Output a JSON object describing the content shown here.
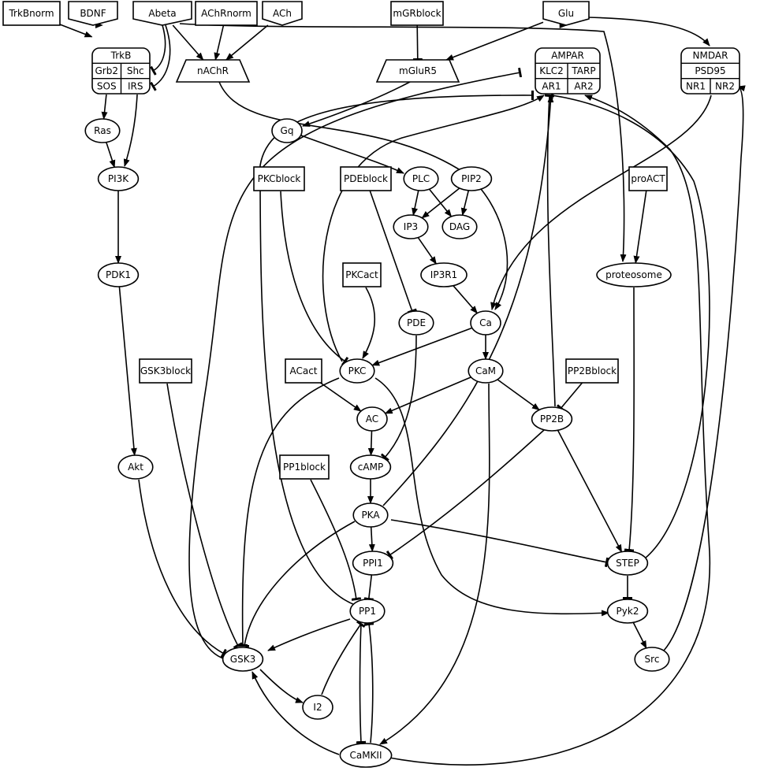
{
  "diagram": {
    "type": "signaling-network",
    "nodes": {
      "TrkBnorm": {
        "label": "TrkBnorm",
        "shape": "box"
      },
      "BDNF": {
        "label": "BDNF",
        "shape": "pentagon"
      },
      "Abeta": {
        "label": "Abeta",
        "shape": "pentagon"
      },
      "AChRnorm": {
        "label": "AChRnorm",
        "shape": "box"
      },
      "ACh": {
        "label": "ACh",
        "shape": "pentagon"
      },
      "mGRblock": {
        "label": "mGRblock",
        "shape": "box"
      },
      "Glu": {
        "label": "Glu",
        "shape": "pentagon"
      },
      "nAChR": {
        "label": "nAChR",
        "shape": "trapezium"
      },
      "mGluR5": {
        "label": "mGluR5",
        "shape": "trapezium"
      },
      "Ras": {
        "label": "Ras",
        "shape": "ellipse"
      },
      "PI3K": {
        "label": "PI3K",
        "shape": "ellipse"
      },
      "PDK1": {
        "label": "PDK1",
        "shape": "ellipse"
      },
      "Akt": {
        "label": "Akt",
        "shape": "ellipse"
      },
      "Gq": {
        "label": "Gq",
        "shape": "ellipse"
      },
      "PKCblock": {
        "label": "PKCblock",
        "shape": "box"
      },
      "PDEblock": {
        "label": "PDEblock",
        "shape": "box"
      },
      "PLC": {
        "label": "PLC",
        "shape": "ellipse"
      },
      "PIP2": {
        "label": "PIP2",
        "shape": "ellipse"
      },
      "IP3": {
        "label": "IP3",
        "shape": "ellipse"
      },
      "DAG": {
        "label": "DAG",
        "shape": "ellipse"
      },
      "IP3R1": {
        "label": "IP3R1",
        "shape": "ellipse"
      },
      "proACT": {
        "label": "proACT",
        "shape": "box"
      },
      "proteosome": {
        "label": "proteosome",
        "shape": "ellipse"
      },
      "PKCact": {
        "label": "PKCact",
        "shape": "box"
      },
      "PDE": {
        "label": "PDE",
        "shape": "ellipse"
      },
      "Ca": {
        "label": "Ca",
        "shape": "ellipse"
      },
      "GSK3block": {
        "label": "GSK3block",
        "shape": "box"
      },
      "ACact": {
        "label": "ACact",
        "shape": "box"
      },
      "PKC": {
        "label": "PKC",
        "shape": "ellipse"
      },
      "CaM": {
        "label": "CaM",
        "shape": "ellipse"
      },
      "PP2Bblock": {
        "label": "PP2Bblock",
        "shape": "box"
      },
      "AC": {
        "label": "AC",
        "shape": "ellipse"
      },
      "PP2B": {
        "label": "PP2B",
        "shape": "ellipse"
      },
      "PP1block": {
        "label": "PP1block",
        "shape": "box"
      },
      "cAMP": {
        "label": "cAMP",
        "shape": "ellipse"
      },
      "PKA": {
        "label": "PKA",
        "shape": "ellipse"
      },
      "PPI1": {
        "label": "PPI1",
        "shape": "ellipse"
      },
      "STEP": {
        "label": "STEP",
        "shape": "ellipse"
      },
      "PP1": {
        "label": "PP1",
        "shape": "ellipse"
      },
      "Pyk2": {
        "label": "Pyk2",
        "shape": "ellipse"
      },
      "GSK3": {
        "label": "GSK3",
        "shape": "ellipse"
      },
      "Src": {
        "label": "Src",
        "shape": "ellipse"
      },
      "I2": {
        "label": "I2",
        "shape": "ellipse"
      },
      "CaMKII": {
        "label": "CaMKII",
        "shape": "ellipse"
      }
    },
    "records": {
      "TrkB": {
        "title": "TrkB",
        "row1": [
          "Grb2",
          "Shc"
        ],
        "row2": [
          "SOS",
          "IRS"
        ]
      },
      "AMPAR": {
        "title": "AMPAR",
        "row1": [
          "KLC2",
          "TARP"
        ],
        "row2": [
          "AR1",
          "AR2"
        ]
      },
      "NMDAR": {
        "title": "NMDAR",
        "row1": [
          "PSD95"
        ],
        "row2": [
          "NR1",
          "NR2"
        ]
      }
    },
    "edges": [
      {
        "from": "TrkBnorm",
        "to": "TrkB",
        "type": "activation"
      },
      {
        "from": "BDNF",
        "to": "TrkB",
        "type": "activation"
      },
      {
        "from": "Abeta",
        "to": "TrkB.Shc",
        "type": "inhibition"
      },
      {
        "from": "Abeta",
        "to": "TrkB.IRS",
        "type": "inhibition"
      },
      {
        "from": "Abeta",
        "to": "nAChR",
        "type": "activation"
      },
      {
        "from": "Abeta",
        "to": "proteosome",
        "type": "activation"
      },
      {
        "from": "AChRnorm",
        "to": "nAChR",
        "type": "activation"
      },
      {
        "from": "ACh",
        "to": "nAChR",
        "type": "activation"
      },
      {
        "from": "mGRblock",
        "to": "mGluR5",
        "type": "inhibition"
      },
      {
        "from": "Glu",
        "to": "mGluR5",
        "type": "activation"
      },
      {
        "from": "Glu",
        "to": "AMPAR",
        "type": "activation"
      },
      {
        "from": "Glu",
        "to": "NMDAR",
        "type": "activation"
      },
      {
        "from": "TrkB.SOS",
        "to": "Ras",
        "type": "activation"
      },
      {
        "from": "TrkB.IRS",
        "to": "PI3K",
        "type": "activation"
      },
      {
        "from": "Ras",
        "to": "PI3K",
        "type": "activation"
      },
      {
        "from": "PI3K",
        "to": "PDK1",
        "type": "activation"
      },
      {
        "from": "PDK1",
        "to": "Akt",
        "type": "activation"
      },
      {
        "from": "Akt",
        "to": "GSK3",
        "type": "inhibition"
      },
      {
        "from": "nAChR",
        "to": "Ca",
        "type": "activation"
      },
      {
        "from": "mGluR5",
        "to": "Gq",
        "type": "activation"
      },
      {
        "from": "Gq",
        "to": "PLC",
        "type": "activation"
      },
      {
        "from": "PLC",
        "to": "IP3",
        "type": "activation"
      },
      {
        "from": "PLC",
        "to": "DAG",
        "type": "activation"
      },
      {
        "from": "PIP2",
        "to": "IP3",
        "type": "activation"
      },
      {
        "from": "PIP2",
        "to": "DAG",
        "type": "activation"
      },
      {
        "from": "IP3",
        "to": "IP3R1",
        "type": "activation"
      },
      {
        "from": "IP3R1",
        "to": "Ca",
        "type": "activation"
      },
      {
        "from": "NMDAR.NR1",
        "to": "Ca",
        "type": "activation"
      },
      {
        "from": "proACT",
        "to": "proteosome",
        "type": "activation"
      },
      {
        "from": "proteosome",
        "to": "STEP",
        "type": "inhibition"
      },
      {
        "from": "PKCblock",
        "to": "PKC",
        "type": "inhibition"
      },
      {
        "from": "PKCact",
        "to": "PKC",
        "type": "activation"
      },
      {
        "from": "PDEblock",
        "to": "PDE",
        "type": "inhibition"
      },
      {
        "from": "PDE",
        "to": "cAMP",
        "type": "inhibition"
      },
      {
        "from": "Ca",
        "to": "PKC",
        "type": "activation"
      },
      {
        "from": "Ca",
        "to": "CaM",
        "type": "activation"
      },
      {
        "from": "PKC",
        "to": "AMPAR.AR1",
        "type": "activation"
      },
      {
        "from": "PKC",
        "to": "GSK3",
        "type": "inhibition"
      },
      {
        "from": "PKC",
        "to": "Pyk2",
        "type": "activation"
      },
      {
        "from": "ACact",
        "to": "AC",
        "type": "activation"
      },
      {
        "from": "CaM",
        "to": "AC",
        "type": "activation"
      },
      {
        "from": "CaM",
        "to": "PP2B",
        "type": "activation"
      },
      {
        "from": "CaM",
        "to": "CaMKII",
        "type": "activation"
      },
      {
        "from": "PP2Bblock",
        "to": "PP2B",
        "type": "inhibition"
      },
      {
        "from": "PP2B",
        "to": "AMPAR.AR1",
        "type": "inhibition"
      },
      {
        "from": "PP2B",
        "to": "PPI1",
        "type": "inhibition"
      },
      {
        "from": "PP2B",
        "to": "STEP",
        "type": "activation"
      },
      {
        "from": "AC",
        "to": "cAMP",
        "type": "activation"
      },
      {
        "from": "cAMP",
        "to": "PKA",
        "type": "activation"
      },
      {
        "from": "PKA",
        "to": "AMPAR.AR1",
        "type": "activation"
      },
      {
        "from": "PKA",
        "to": "PPI1",
        "type": "activation"
      },
      {
        "from": "PKA",
        "to": "STEP",
        "type": "inhibition"
      },
      {
        "from": "PKA",
        "to": "GSK3",
        "type": "inhibition"
      },
      {
        "from": "PP1block",
        "to": "PP1",
        "type": "inhibition"
      },
      {
        "from": "PPI1",
        "to": "PP1",
        "type": "inhibition"
      },
      {
        "from": "PP1",
        "to": "AMPAR.AR1",
        "type": "inhibition"
      },
      {
        "from": "PP1",
        "to": "GSK3",
        "type": "activation"
      },
      {
        "from": "PP1",
        "to": "CaMKII",
        "type": "inhibition"
      },
      {
        "from": "I2",
        "to": "PP1",
        "type": "inhibition"
      },
      {
        "from": "GSK3",
        "to": "I2",
        "type": "activation"
      },
      {
        "from": "GSK3",
        "to": "AMPAR.KLC2",
        "type": "inhibition"
      },
      {
        "from": "GSK3block",
        "to": "GSK3",
        "type": "inhibition"
      },
      {
        "from": "STEP",
        "to": "AMPAR.AR1",
        "type": "inhibition"
      },
      {
        "from": "STEP",
        "to": "Pyk2",
        "type": "inhibition"
      },
      {
        "from": "Pyk2",
        "to": "Src",
        "type": "activation"
      },
      {
        "from": "Src",
        "to": "NMDAR.NR2",
        "type": "activation"
      },
      {
        "from": "CaMKII",
        "to": "PP1",
        "type": "inhibition"
      },
      {
        "from": "CaMKII",
        "to": "GSK3",
        "type": "activation"
      },
      {
        "from": "CaMKII",
        "to": "AMPAR.AR2",
        "type": "activation"
      }
    ]
  }
}
